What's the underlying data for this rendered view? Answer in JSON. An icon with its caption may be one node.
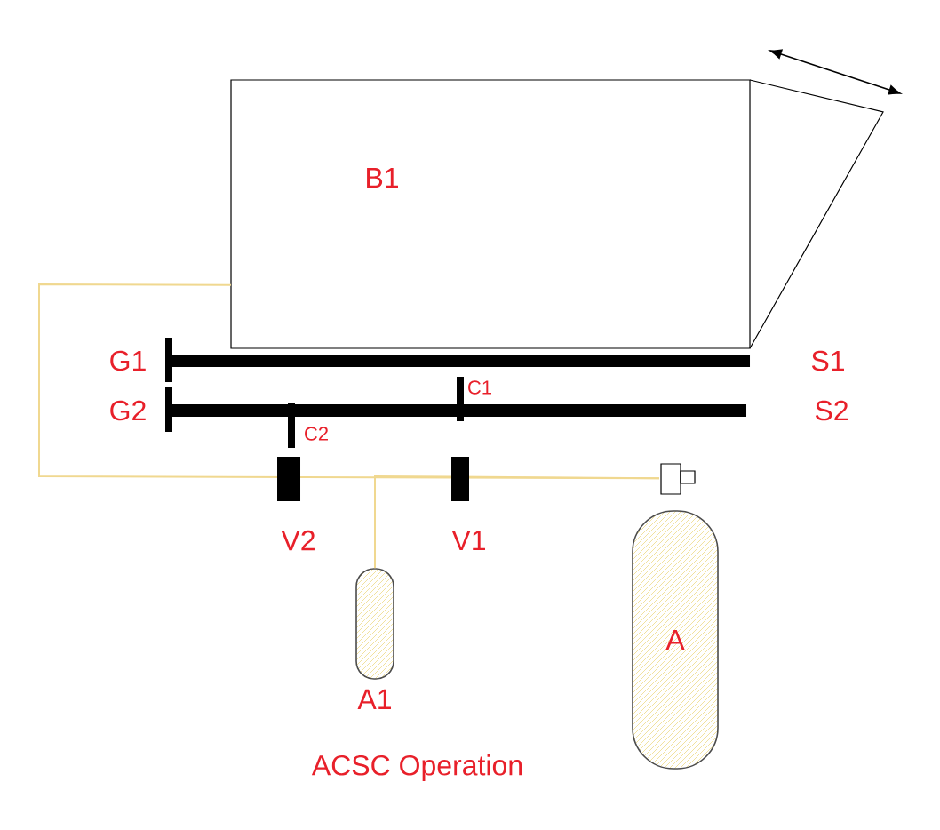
{
  "diagram": {
    "caption": "ACSC Operation",
    "nodes": [
      {
        "text": [
          "B1"
        ]
      },
      {
        "text": [],
        "shape": "cylinder",
        "beside": [
          "A1"
        ]
      },
      {
        "text": [
          "A"
        ]
      }
    ],
    "edges": [
      {
        "from": 0,
        "to": 2,
        "arrow": "none",
        "color": "#f0d890"
      },
      {
        "from": 1,
        "to": 2,
        "arrow": "none",
        "color": "#f0d890"
      }
    ],
    "labels": [
      "G1",
      "S1",
      "C1",
      "G2",
      "S2",
      "C2",
      "V2",
      "V1"
    ]
  }
}
